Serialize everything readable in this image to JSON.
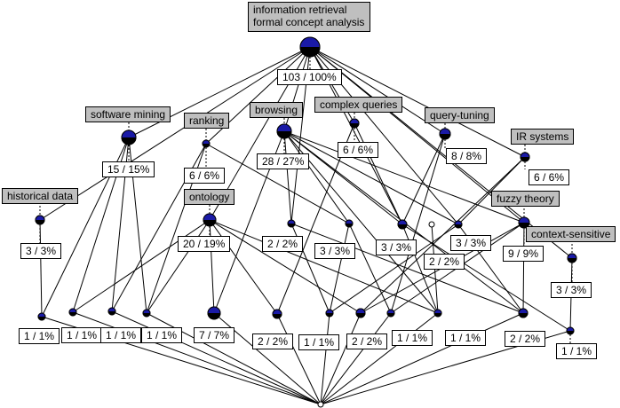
{
  "diagram": {
    "type": "concept-lattice",
    "colors": {
      "intent_fill": "#1a1aa6",
      "extent_fill": "#000000",
      "empty_fill": "#ffffff",
      "attribute_label_bg": "#bfbfbf",
      "count_label_bg": "#ffffff"
    },
    "attributes": [
      "information retrieval\nformal concept analysis",
      "software mining",
      "ranking",
      "browsing",
      "complex queries",
      "query-tuning",
      "IR systems",
      "historical data",
      "ontology",
      "fuzzy theory",
      "context-sensitive"
    ],
    "counts": [
      "103 / 100%",
      "15 / 15%",
      "6 / 6%",
      "28 / 27%",
      "6 / 6%",
      "8 / 8%",
      "6 / 6%",
      "3 / 3%",
      "20 / 19%",
      "2 / 2%",
      "3 / 3%",
      "3 / 3%",
      "3 / 3%",
      "2 / 2%",
      "9 / 9%",
      "3 / 3%",
      "1 / 1%",
      "1 / 1%",
      "1 / 1%",
      "1 / 1%",
      "7 / 7%",
      "2 / 2%",
      "1 / 1%",
      "2 / 2%",
      "1 / 1%",
      "1 / 1%",
      "2 / 2%",
      "1 / 1%"
    ]
  }
}
